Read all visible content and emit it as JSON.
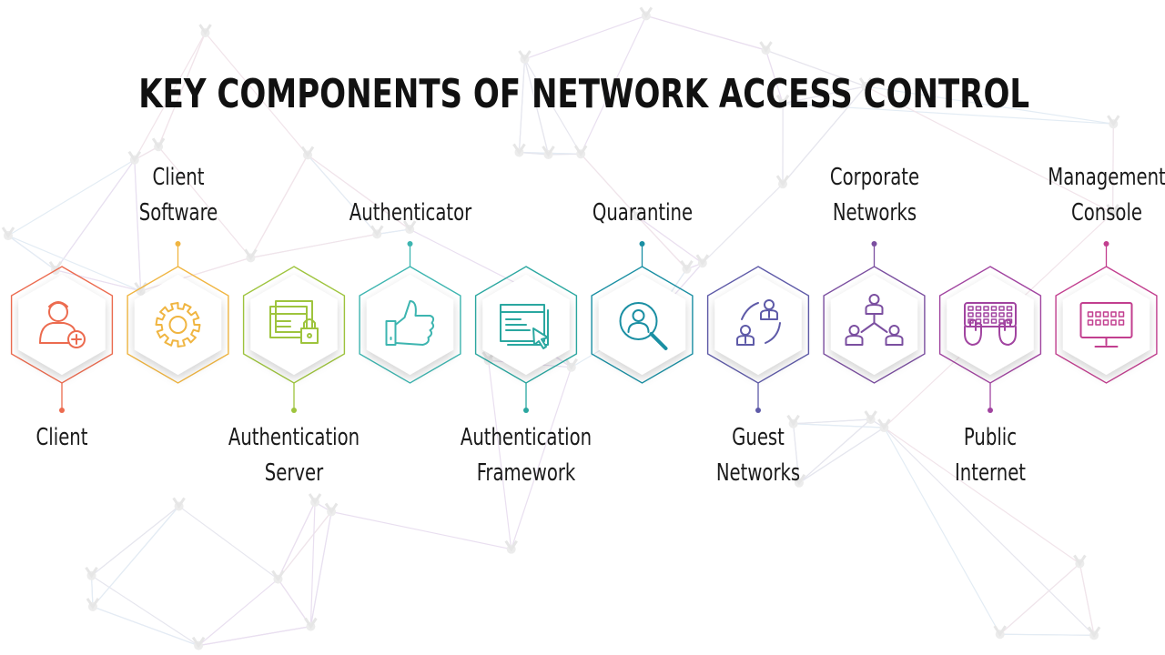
{
  "title": "KEY COMPONENTS OF NETWORK ACCESS CONTROL",
  "components": [
    {
      "lines": [
        "Client"
      ],
      "position": "bottom",
      "color": "#ec6b4f",
      "icon": "user-add-icon"
    },
    {
      "lines": [
        "Client",
        "Software"
      ],
      "position": "top",
      "color": "#f0b541",
      "icon": "gear-icon"
    },
    {
      "lines": [
        "Authentication",
        "Server"
      ],
      "position": "bottom",
      "color": "#9ec43d",
      "icon": "server-lock-icon"
    },
    {
      "lines": [
        "Authenticator"
      ],
      "position": "top",
      "color": "#3db5b0",
      "icon": "thumbs-up-icon"
    },
    {
      "lines": [
        "Authentication",
        "Framework"
      ],
      "position": "bottom",
      "color": "#2aa7a0",
      "icon": "window-cursor-icon"
    },
    {
      "lines": [
        "Quarantine"
      ],
      "position": "top",
      "color": "#1a8fa3",
      "icon": "user-search-icon"
    },
    {
      "lines": [
        "Guest",
        "Networks"
      ],
      "position": "bottom",
      "color": "#5e5aa8",
      "icon": "guest-network-icon"
    },
    {
      "lines": [
        "Corporate",
        "Networks"
      ],
      "position": "top",
      "color": "#7b4fa0",
      "icon": "corporate-network-icon"
    },
    {
      "lines": [
        "Public",
        "Internet"
      ],
      "position": "bottom",
      "color": "#a144a0",
      "icon": "keyboard-hands-icon"
    },
    {
      "lines": [
        "Management",
        "Console"
      ],
      "position": "top",
      "color": "#c23f8f",
      "icon": "monitor-console-icon"
    }
  ]
}
